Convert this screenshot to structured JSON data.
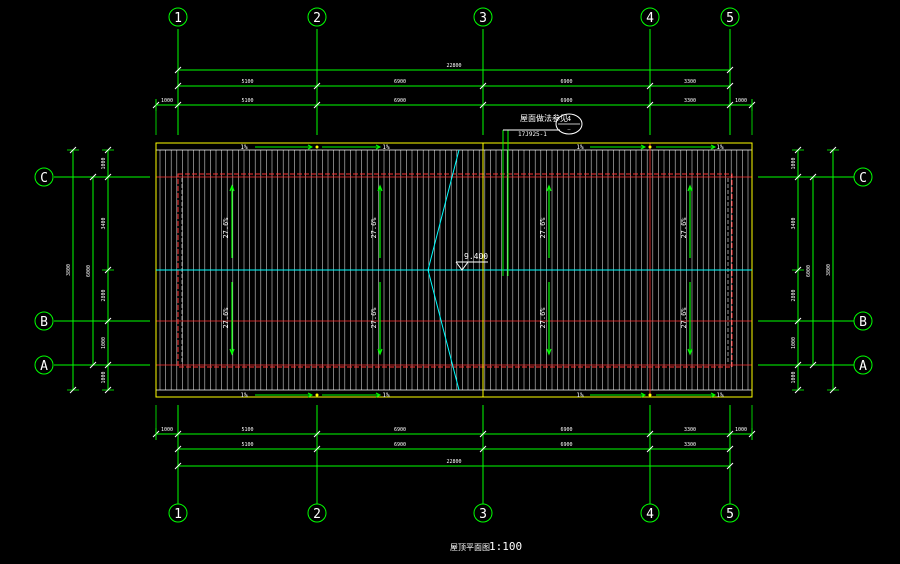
{
  "axes_vertical": [
    "1",
    "2",
    "3",
    "4",
    "5"
  ],
  "axes_horizontal": [
    "C",
    "B",
    "A"
  ],
  "dims_h": {
    "total": "22800",
    "row_2": [
      "5100",
      "6900",
      "6900",
      "3300"
    ],
    "row_1": [
      "1000",
      "5100",
      "6900",
      "6900",
      "3300",
      "1000"
    ]
  },
  "dims_v": {
    "inner_left": [
      "1000",
      "3400",
      "2800",
      "1000",
      "1000"
    ],
    "mid_left": "6000",
    "outer_left": "3800",
    "inner_right": [
      "1000",
      "3400",
      "2800",
      "1000",
      "1000"
    ],
    "mid_right": "6000",
    "outer_right": "3800"
  },
  "slope_top": [
    "1%",
    "1%",
    "1%",
    "1%"
  ],
  "slope_bottom": [
    "1%",
    "1%",
    "1%",
    "1%"
  ],
  "slope_roof": [
    "27.6%",
    "27.6%",
    "27.6%",
    "27.6%",
    "27.6%",
    "27.6%",
    "27.6%",
    "27.6%"
  ],
  "ridge_elev": "9.400",
  "callout": {
    "text": "屋面做法参见",
    "ref": "17J925-1",
    "num": "4"
  },
  "title": "屋顶平面图",
  "scale": "1:100",
  "colors": {
    "grid": "#00ff00",
    "outline": "#ffff00",
    "ridge": "#00ffff",
    "red": "#ff3030",
    "sheet": "#ffffff"
  }
}
